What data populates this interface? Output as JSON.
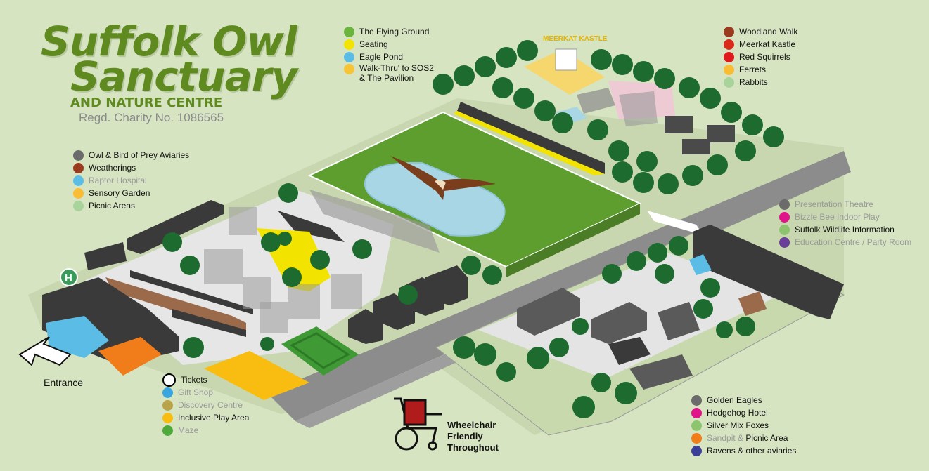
{
  "header": {
    "title_line1": "Suffolk Owl",
    "title_line2": "Sanctuary",
    "subtitle": "AND NATURE CENTRE",
    "charity": "Regd. Charity No. 1086565"
  },
  "legend_top_center": [
    {
      "label": "The Flying Ground",
      "color": "#6ab33c",
      "muted": false
    },
    {
      "label": "Seating",
      "color": "#f2e400",
      "muted": false
    },
    {
      "label": "Eagle Pond",
      "color": "#5bbde6",
      "muted": false
    },
    {
      "label_line1": "Walk-Thru' to SOS2",
      "label_line2": "& The Pavilion",
      "color": "#f7c436",
      "muted": false
    }
  ],
  "legend_top_right": [
    {
      "label": "Woodland Walk",
      "color": "#9a3a1e",
      "muted": false
    },
    {
      "label": "Meerkat Kastle",
      "color": "#d92a1c",
      "muted": false
    },
    {
      "label": "Red Squirrels",
      "color": "#e0191c",
      "muted": false
    },
    {
      "label": "Ferrets",
      "color": "#f8bd35",
      "muted": false
    },
    {
      "label": "Rabbits",
      "color": "#a8d39a",
      "muted": false
    }
  ],
  "legend_left": [
    {
      "label": "Owl & Bird of Prey Aviaries",
      "color": "#6b6b6b",
      "muted": false
    },
    {
      "label": "Weatherings",
      "color": "#9a3a1e",
      "muted": false
    },
    {
      "label": "Raptor Hospital",
      "color": "#5bbde6",
      "muted": true
    },
    {
      "label": "Sensory Garden",
      "color": "#f8bd35",
      "muted": false
    },
    {
      "label": "Picnic Areas",
      "color": "#a8d39a",
      "muted": false
    }
  ],
  "legend_right_mid": [
    {
      "label": "Presentation Theatre",
      "color": "#6b6b6b",
      "muted": true
    },
    {
      "label": "Bizzie Bee Indoor Play",
      "color": "#e0148a",
      "muted": true
    },
    {
      "label": "Suffolk Wildlife Information",
      "color": "#8cc56e",
      "muted": false
    },
    {
      "label": "Education Centre / Party Room",
      "color": "#6a3f9a",
      "muted": true
    }
  ],
  "legend_bottom_left": [
    {
      "label": "Tickets",
      "color": "#ffffff",
      "muted": false,
      "outline": true
    },
    {
      "label": "Gift Shop",
      "color": "#3aa6e0",
      "muted": true
    },
    {
      "label": "Discovery Centre",
      "color": "#b8a348",
      "muted": true
    },
    {
      "label": "Inclusive Play Area",
      "color": "#f8bd10",
      "muted": false
    },
    {
      "label": "Maze",
      "color": "#4daa3a",
      "muted": true
    }
  ],
  "legend_bottom_right": [
    {
      "label": "Golden Eagles",
      "color": "#6b6b6b",
      "muted": false
    },
    {
      "label": "Hedgehog Hotel",
      "color": "#e0148a",
      "muted": false
    },
    {
      "label": "Silver Mix Foxes",
      "color": "#8cc56e",
      "muted": false
    },
    {
      "label_muted": "Sandpit & ",
      "label": "Picnic Area",
      "color": "#f07c1a",
      "muted": false
    },
    {
      "label": "Ravens & other aviaries",
      "color": "#3b3f97",
      "muted": false
    }
  ],
  "signs": {
    "meerkat_kastle": "MEERKAT KASTLE",
    "hospital_letter": "H"
  },
  "entrance_label": "Entrance",
  "wheelchair": {
    "line1": "Wheelchair",
    "line2": "Friendly",
    "line3": "Throughout"
  },
  "colors": {
    "background": "#d6e4c2",
    "path": "#e8e8e8",
    "road": "#8c8c8c",
    "grass": "#7ea64a",
    "flying_ground": "#5d9e2f",
    "pond": "#a9d6e4",
    "building": "#3a3a3a",
    "tree": "#1d6b2f",
    "title_green": "#5f8a1f"
  }
}
